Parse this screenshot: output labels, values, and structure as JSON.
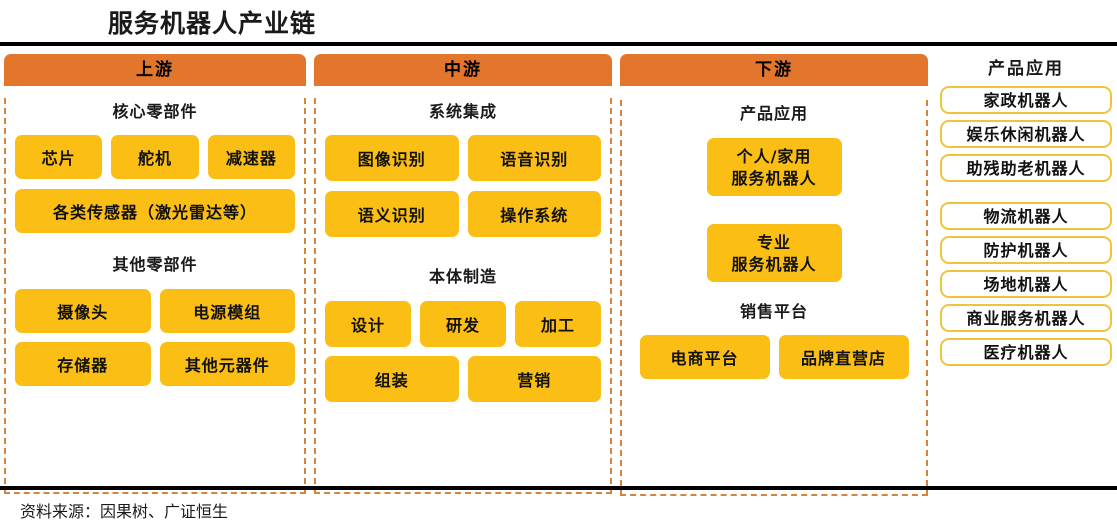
{
  "title": "服务机器人产业链",
  "source": "资料来源：因果树、广证恒生",
  "colors": {
    "header_orange": "#E2762C",
    "pill_yellow": "#FBBE14",
    "dashed_border": "#D4843C",
    "app_border": "#EFC43A",
    "rule_black": "#000000"
  },
  "columns": [
    {
      "header": "上游",
      "groups": [
        {
          "label": "核心零部件",
          "rows": [
            [
              "芯片",
              "舵机",
              "减速器"
            ],
            [
              "各类传感器（激光雷达等）"
            ]
          ]
        },
        {
          "label": "其他零部件",
          "rows": [
            [
              "摄像头",
              "电源模组"
            ],
            [
              "存储器",
              "其他元器件"
            ]
          ]
        }
      ]
    },
    {
      "header": "中游",
      "groups": [
        {
          "label": "系统集成",
          "rows": [
            [
              "图像识别",
              "语音识别"
            ],
            [
              "语义识别",
              "操作系统"
            ]
          ]
        },
        {
          "label": "本体制造",
          "rows": [
            [
              "设计",
              "研发",
              "加工"
            ],
            [
              "组装",
              "营销"
            ]
          ]
        }
      ]
    },
    {
      "header": "下游",
      "groups": [
        {
          "label": "产品应用",
          "multiline_rows": [
            [
              "个人/家用",
              "服务机器人"
            ],
            [
              "专业",
              "服务机器人"
            ]
          ]
        },
        {
          "label": "销售平台",
          "rows": [
            [
              "电商平台",
              "品牌直营店"
            ]
          ]
        }
      ]
    }
  ],
  "applications": {
    "title": "产品应用",
    "group_one": [
      "家政机器人",
      "娱乐休闲机器人",
      "助残助老机器人"
    ],
    "group_two": [
      "物流机器人",
      "防护机器人",
      "场地机器人",
      "商业服务机器人",
      "医疗机器人"
    ]
  }
}
